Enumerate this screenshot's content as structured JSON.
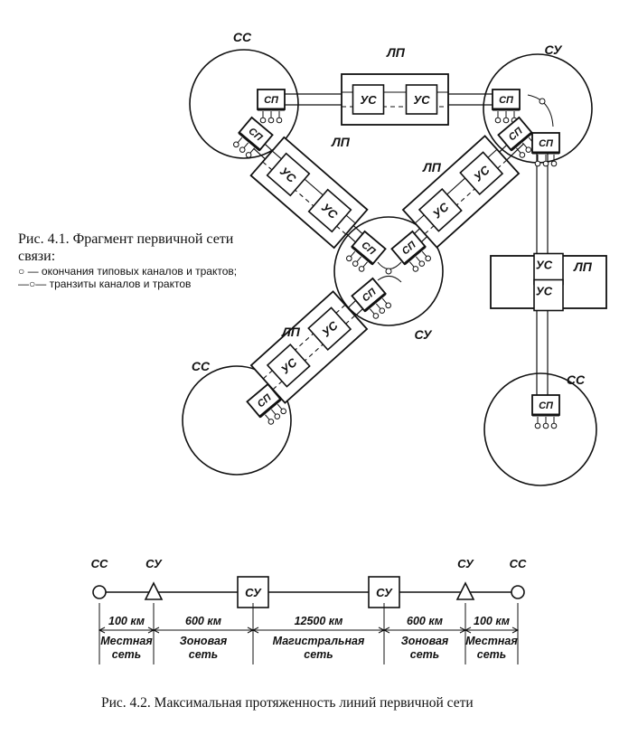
{
  "figure1": {
    "labels": {
      "cc": "СС",
      "cy": "СУ",
      "lp": "ЛП",
      "ys": "УС",
      "sp": "СП"
    },
    "caption_title": "Рис. 4.1. Фрагмент первичной сети связи:",
    "caption_legend_1": "○ — окончания типовых каналов и трактов;",
    "caption_legend_2": "—○— транзиты каналов и трактов"
  },
  "figure2": {
    "nodes": [
      "СС",
      "СУ",
      "СУ",
      "СУ",
      "СУ",
      "СС"
    ],
    "segments": [
      {
        "distance": "100 км",
        "type_line1": "Местная",
        "type_line2": "сеть"
      },
      {
        "distance": "600 км",
        "type_line1": "Зоновая",
        "type_line2": "сеть"
      },
      {
        "distance": "12500 км",
        "type_line1": "Магистральная",
        "type_line2": "сеть"
      },
      {
        "distance": "600 км",
        "type_line1": "Зоновая",
        "type_line2": "сеть"
      },
      {
        "distance": "100 км",
        "type_line1": "Местная",
        "type_line2": "сеть"
      }
    ],
    "caption": "Рис. 4.2. Максимальная протяженность линий первичной сети"
  }
}
